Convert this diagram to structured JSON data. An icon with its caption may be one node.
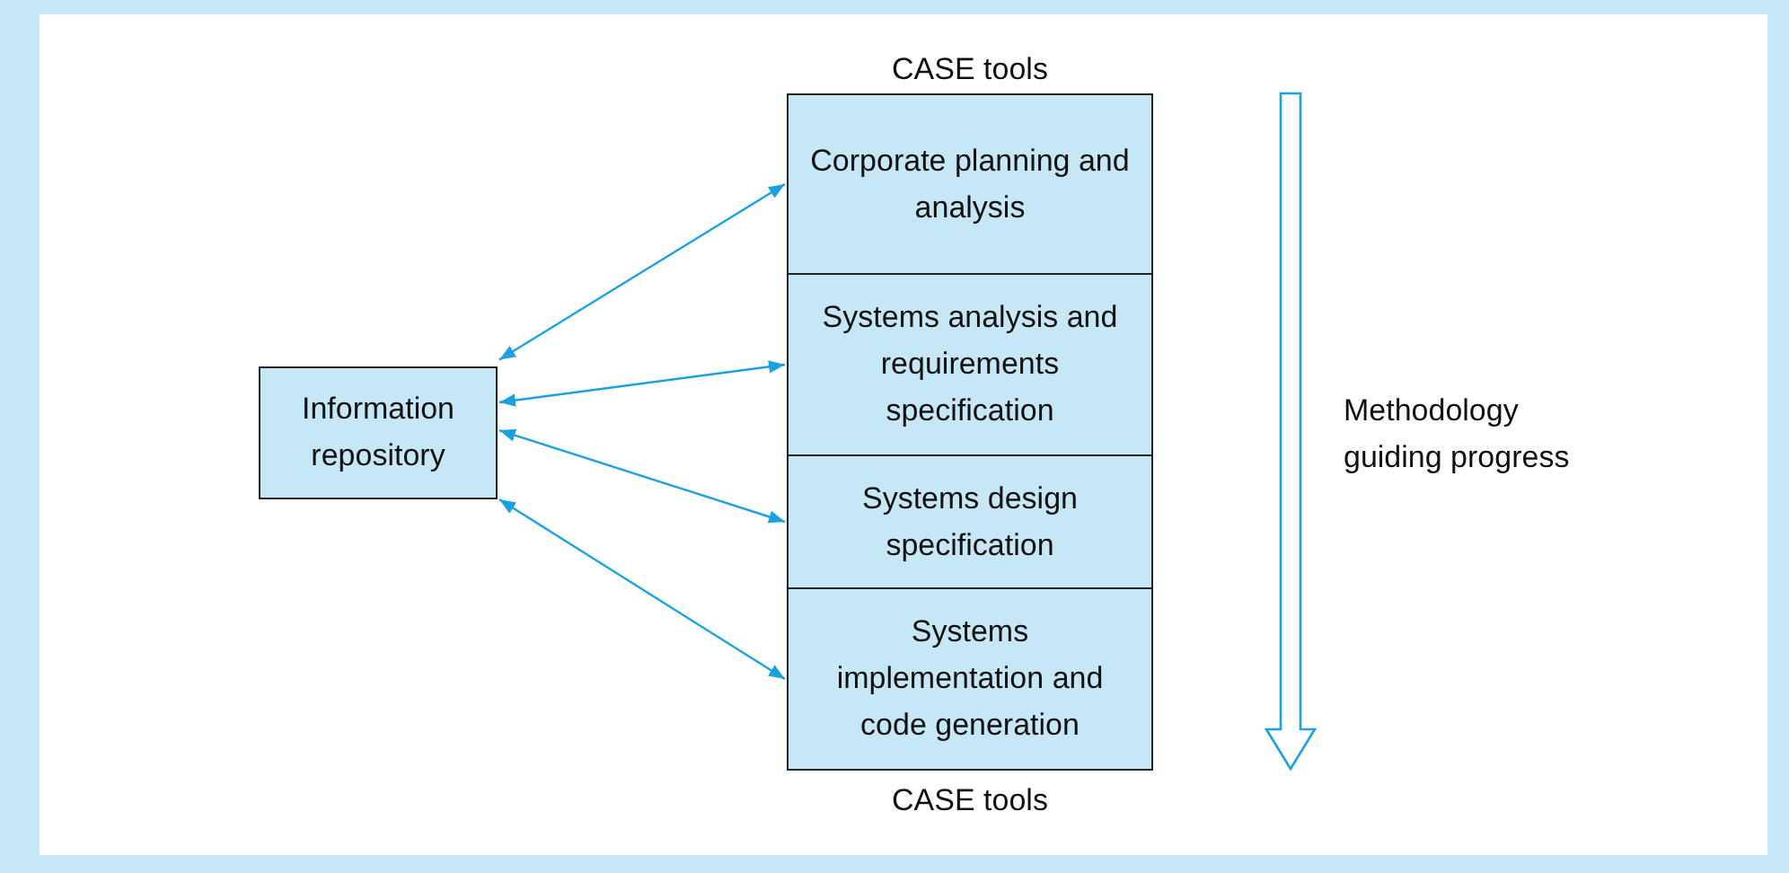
{
  "diagram": {
    "nodes": [
      {
        "text": [
          "Information repository"
        ]
      },
      {
        "text": [
          "Corporate planning and analysis"
        ]
      },
      {
        "text": [
          "Systems analysis and requirements specification"
        ]
      },
      {
        "text": [
          "Systems design specification"
        ]
      },
      {
        "text": [
          "Systems implementation and code generation"
        ]
      }
    ],
    "edges": [
      {
        "from": 0,
        "to": 1,
        "arrow": "both"
      },
      {
        "from": 0,
        "to": 2,
        "arrow": "both"
      },
      {
        "from": 0,
        "to": 3,
        "arrow": "both"
      },
      {
        "from": 0,
        "to": 4,
        "arrow": "both"
      }
    ],
    "labels": [
      "CASE tools",
      "Methodology guiding progress",
      "CASE tools"
    ]
  }
}
